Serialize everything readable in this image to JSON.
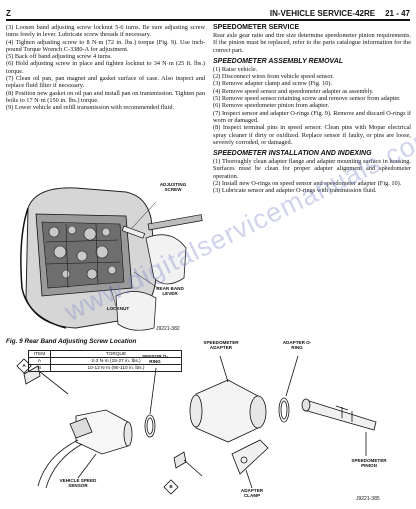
{
  "header": {
    "left_marker": "Z",
    "section": "IN-VEHICLE SERVICE-42RE",
    "page": "21 - 47"
  },
  "left_column": {
    "steps": [
      "(3) Loosen band adjusting screw locknut 5-6 turns. Be sure adjusting screw turns freely in lever. Lubricate screw threads if necessary.",
      "(4) Tighten adjusting screw to 8 N·m (72 in. lbs.) torque (Fig. 9). Use inch-pound Torque Wrench C-3380-A for adjustment.",
      "(5) Back off band adjusting screw 4 turns.",
      "(6) Hold adjusting screw in place and tighten locknut to 34 N·m (25 ft. lbs.) torque.",
      "(7) Clean oil pan, pan magnet and gasket surface of case. Also inspect and replace fluid filter if necessary.",
      "(8) Position new gasket on oil pan and install pan on transmission. Tighten pan bolts to 17 N·m (150 in. lbs.) torque.",
      "(9) Lower vehicle and refill transmission with recommended fluid."
    ]
  },
  "figure9": {
    "callouts": {
      "adjusting_screw": "ADJUSTING SCREW",
      "rear_band_lever": "REAR BAND LEVER",
      "locknut": "LOCKNUT"
    },
    "fig_id": "J9221-382",
    "caption": "Fig. 9 Rear Band Adjusting Screw Location"
  },
  "torque_table": {
    "headers": [
      "ITEM",
      "TORQUE"
    ],
    "rows": [
      {
        "item": "A",
        "torque": "2-3 N·m    (15-27 in. lbs.)"
      },
      {
        "item": "B",
        "torque": "10-12 N·m   (90-110 in. lbs.)"
      }
    ]
  },
  "right_column": {
    "speedometer_service": {
      "title": "SPEEDOMETER SERVICE",
      "text": "Rear axle gear ratio and tire size determine speedometer pinion requirements. If the pinion must be replaced, refer to the parts catalogue information for the correct part."
    },
    "removal": {
      "title": "SPEEDOMETER ASSEMBLY REMOVAL",
      "steps": [
        "(1) Raise vehicle.",
        "(2) Disconnect wires from vehicle speed sensor.",
        "(3) Remove adapter clamp and screw (Fig. 10).",
        "(4) Remove speed sensor and speedometer adapter as assembly.",
        "(5) Remove speed sensor retaining screw and remove sensor from adapter.",
        "(6) Remove speedometer pinion from adapter.",
        "(7) Inspect sensor and adapter O-rings (Fig. 9). Remove and discard O-rings if worn or damaged.",
        "(8) Inspect terminal pins in speed sensor. Clean pins with Mopar electrical spray cleaner if dirty or oxidized. Replace sensor if faulty, or pins are loose, severely corroded, or damaged."
      ]
    },
    "installation": {
      "title": "SPEEDOMETER INSTALLATION AND INDEXING",
      "steps": [
        "(1) Thoroughly clean adapter flange and adapter mounting surface in housing. Surfaces must be clean for proper adapter alignment and speedometer operation.",
        "(2) Install new O-rings on speed sensor and speedometer adapter (Fig. 10).",
        "(3) Lubricate sensor and adapter O-rings with transmission fluid."
      ]
    }
  },
  "figure10": {
    "callouts": {
      "speedometer_adapter": "SPEEDOMETER ADAPTER",
      "adapter_oring": "ADAPTER O-RING",
      "sensor_oring": "SENSOR O-RING",
      "speedometer_pinion": "SPEEDOMETER PINION",
      "vehicle_speed_sensor": "VEHICLE SPEED SENSOR",
      "adapter_clamp": "ADAPTER CLAMP",
      "marker_a": "A",
      "marker_b": "B"
    },
    "fig_id": "J9221-385"
  },
  "watermark": "www.digitalservicemanuals.com"
}
